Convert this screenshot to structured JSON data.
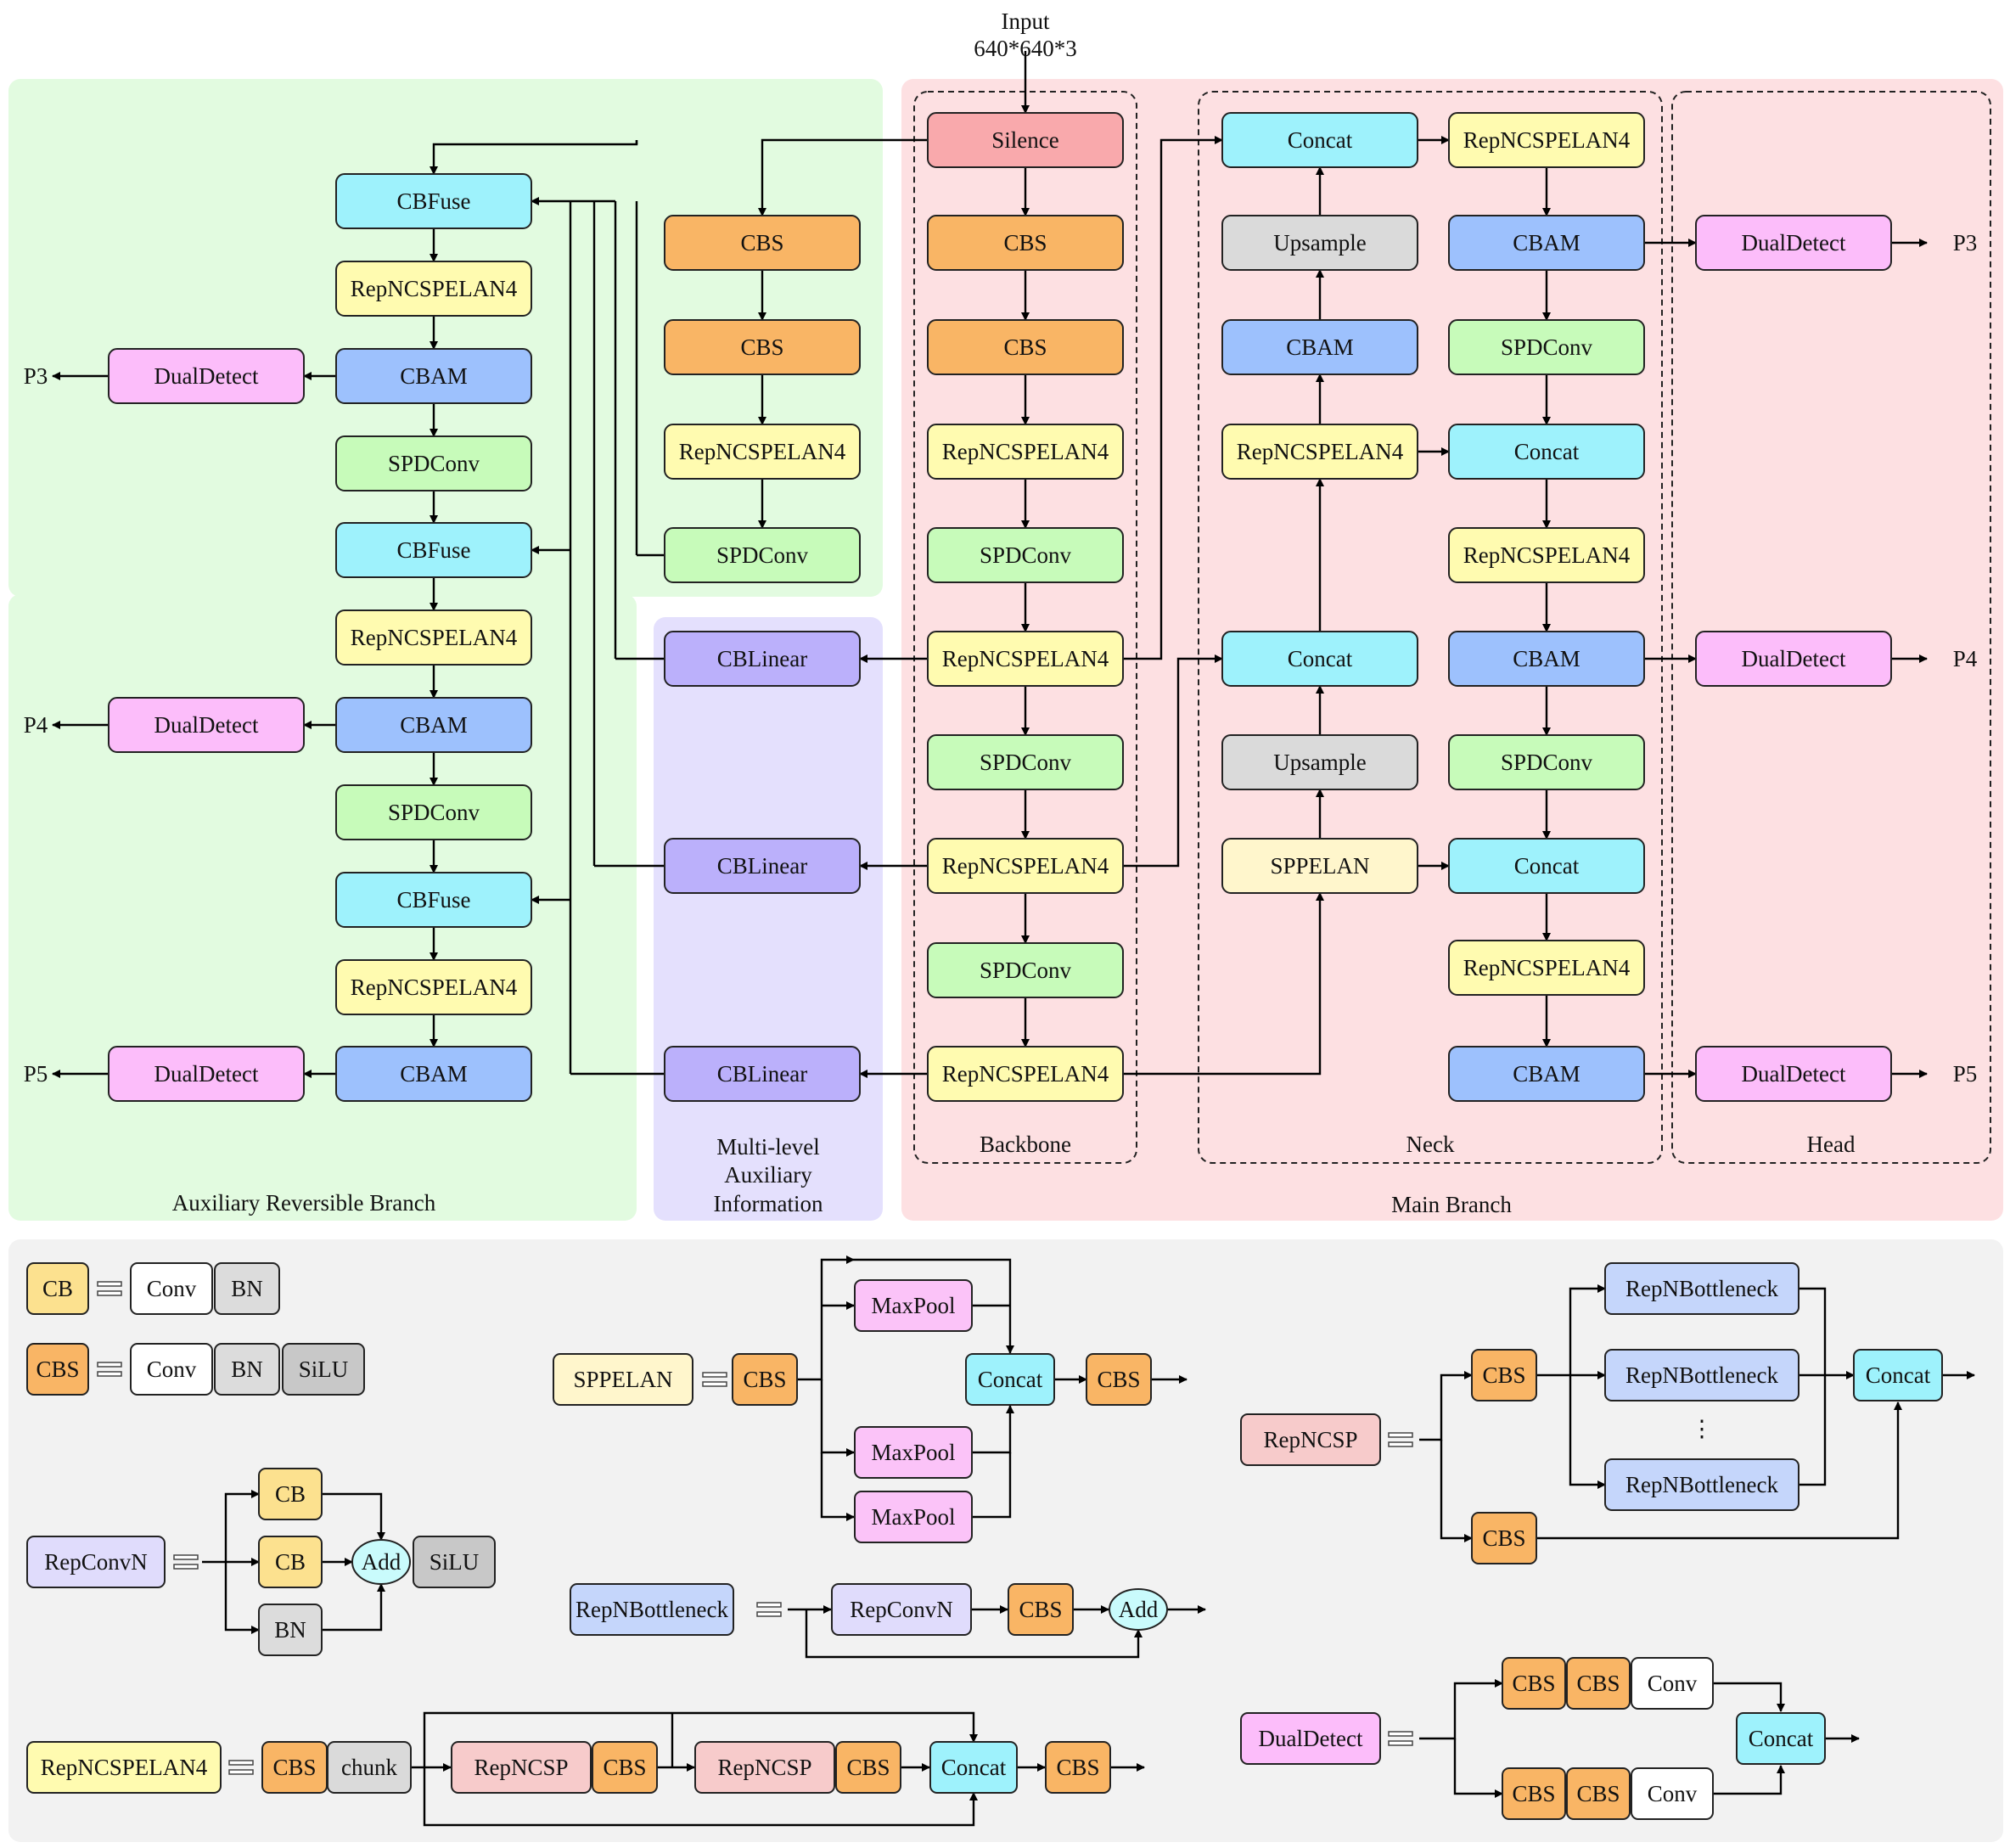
{
  "input": {
    "line1": "Input",
    "line2": "640*640*3"
  },
  "regions": {
    "aux": "Auxiliary Reversible Branch",
    "multi": [
      "Multi-level",
      "Auxiliary",
      "Information"
    ],
    "main": "Main Branch",
    "backbone": "Backbone",
    "neck": "Neck",
    "head": "Head"
  },
  "outputs": {
    "p3": "P3",
    "p4": "P4",
    "p5": "P5"
  },
  "blocks": {
    "silence": "Silence",
    "cbs": "CBS",
    "cb": "CB",
    "rep4": "RepNCSPELAN4",
    "spdconv": "SPDConv",
    "cbfuse": "CBFuse",
    "cbam": "CBAM",
    "dual": "DualDetect",
    "cblinear": "CBLinear",
    "concat": "Concat",
    "upsample": "Upsample",
    "sppelan": "SPPELAN",
    "conv": "Conv",
    "bn": "BN",
    "silu": "SiLU",
    "maxpool": "MaxPool",
    "repconvn": "RepConvN",
    "add": "Add",
    "repnbottleneck": "RepNBottleneck",
    "repncsp": "RepNCSP",
    "chunk": "chunk",
    "dots": "⋮"
  },
  "colors": {
    "aux_bg": "#e2fbe0",
    "multi_bg": "#e4e0fd",
    "main_bg": "#fde0e2",
    "legend_bg": "#f2f2f2",
    "silence": "#f9a9ac",
    "cbs": "#f9b565",
    "cb": "#fce18f",
    "rep4": "#fffbb0",
    "spdconv": "#c7fbba",
    "cbfuse": "#9ef2fc",
    "concat": "#9ef2fc",
    "cbam": "#9dc1fd",
    "dual": "#fcbdfa",
    "cblinear": "#bbb0fb",
    "upsample": "#dadada",
    "sppelan": "#fff6cc",
    "repncsp": "#f7cbcb",
    "repconvn": "#e0dcfc",
    "repnbottleneck": "#c5d6fb",
    "bn": "#dcdcdc",
    "silu": "#c8c8c8",
    "conv": "#ffffff",
    "maxpool": "#fbc3f8",
    "add": "#c9fbfc"
  }
}
